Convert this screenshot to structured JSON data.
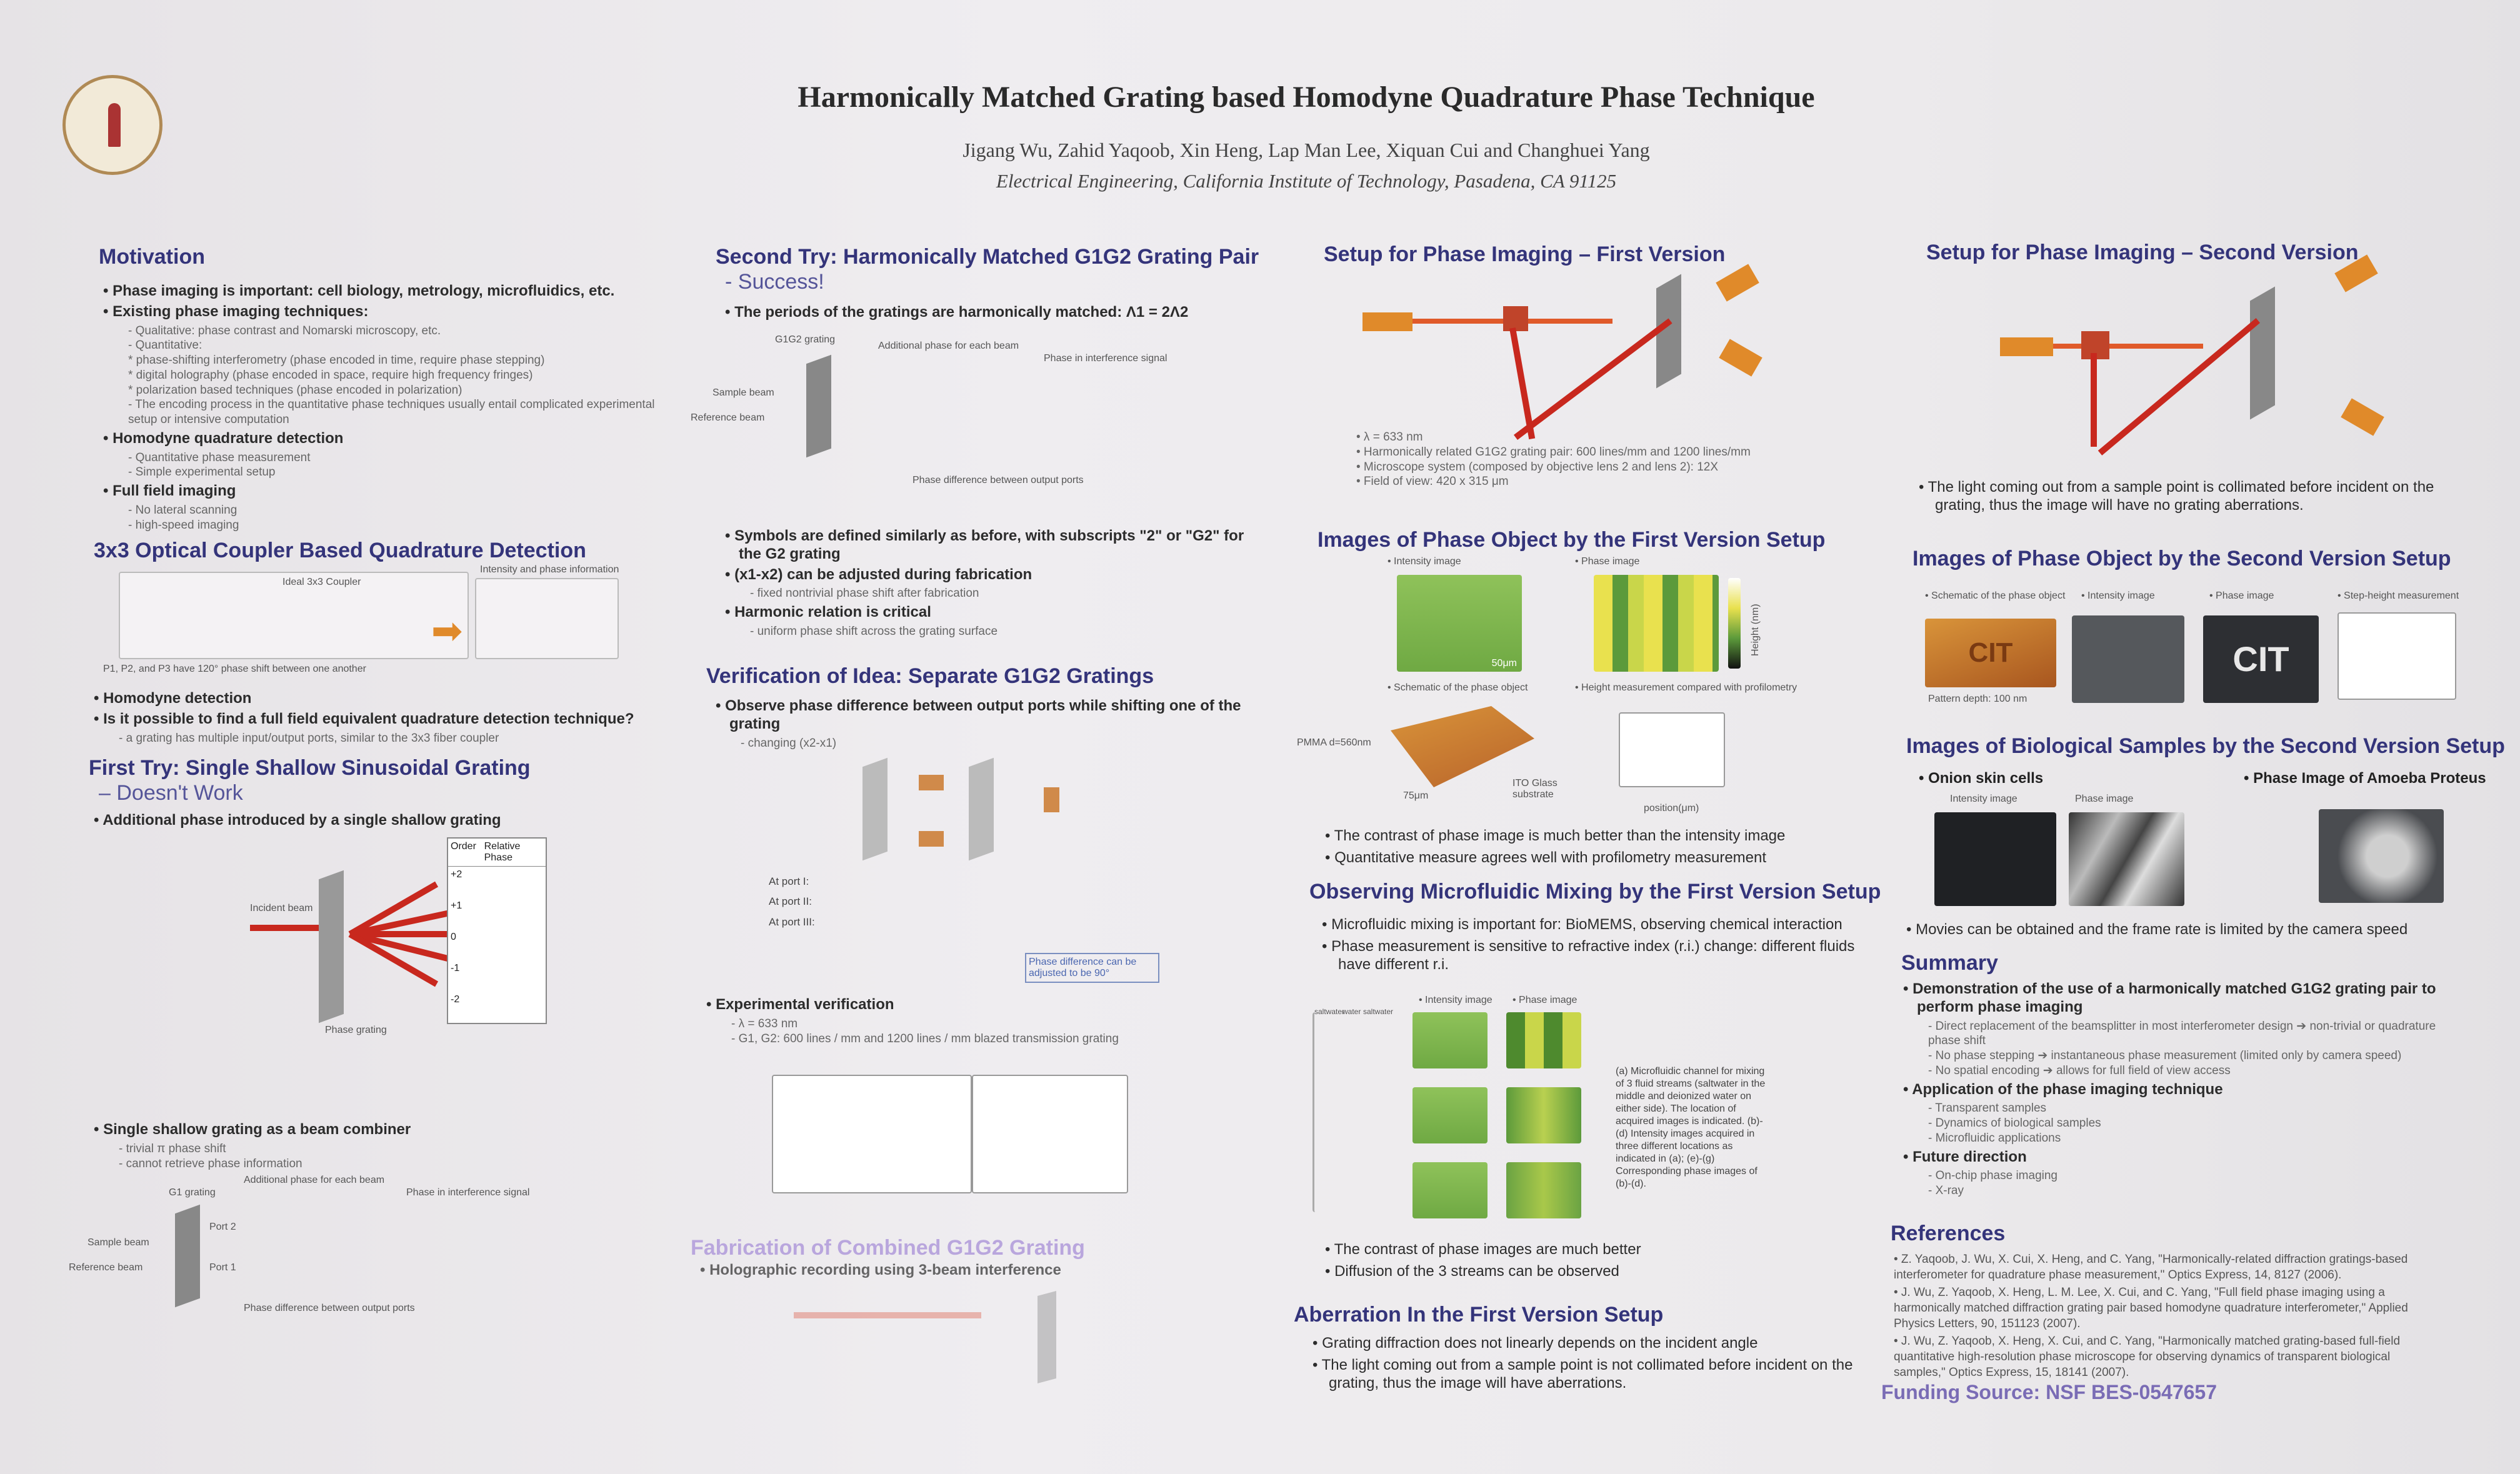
{
  "header": {
    "title": "Harmonically Matched Grating based Homodyne Quadrature Phase Technique",
    "authors": "Jigang Wu, Zahid Yaqoob, Xin Heng, Lap Man Lee, Xiquan Cui and Changhuei Yang",
    "affiliation": "Electrical Engineering, California Institute of Technology, Pasadena, CA 91125"
  },
  "motivation": {
    "heading": "Motivation",
    "items": [
      {
        "t": "b",
        "text": "Phase imaging is important: cell biology, metrology, microfluidics, etc."
      },
      {
        "t": "b",
        "text": "Existing phase imaging techniques:"
      },
      {
        "t": "s",
        "text": "- Qualitative: phase contrast and Nomarski microscopy, etc."
      },
      {
        "t": "s",
        "text": "- Quantitative:"
      },
      {
        "t": "s",
        "text": "* phase-shifting interferometry (phase encoded in time, require phase stepping)"
      },
      {
        "t": "s",
        "text": "* digital holography (phase encoded in space, require high frequency fringes)"
      },
      {
        "t": "s",
        "text": "* polarization based techniques (phase encoded in polarization)"
      },
      {
        "t": "s",
        "text": "- The encoding process in the quantitative phase techniques usually entail complicated experimental setup or intensive computation"
      },
      {
        "t": "b",
        "text": "Homodyne quadrature detection"
      },
      {
        "t": "s",
        "text": "- Quantitative phase measurement"
      },
      {
        "t": "s",
        "text": "- Simple experimental setup"
      },
      {
        "t": "b",
        "text": "Full field imaging"
      },
      {
        "t": "s",
        "text": "- No lateral scanning"
      },
      {
        "t": "s",
        "text": "- high-speed imaging"
      }
    ]
  },
  "coupler": {
    "heading": "3x3 Optical Coupler Based Quadrature Detection",
    "fig_label1": "Ideal 3x3 Coupler",
    "fig_label2": "Intensity and phase information",
    "fig_note": "P1, P2, and P3 have 120° phase shift between one another",
    "items": [
      {
        "t": "b",
        "text": "Homodyne detection"
      },
      {
        "t": "b",
        "text": "Is it possible to find a full field equivalent quadrature detection technique?"
      },
      {
        "t": "s",
        "text": "- a grating has multiple input/output ports, similar to the 3x3 fiber coupler"
      }
    ]
  },
  "first_try": {
    "heading": "First Try: Single Shallow Sinusoidal Grating",
    "subheading": "– Doesn't Work",
    "items": [
      {
        "t": "b",
        "text": "Additional phase introduced by a single shallow grating"
      }
    ],
    "fig_labels": [
      "Incident beam",
      "Phase grating",
      "Order",
      "Relative Phase"
    ],
    "orders": [
      "+2",
      "+1",
      "0",
      "-1",
      "-2"
    ],
    "items2": [
      {
        "t": "b",
        "text": "Single shallow grating as a beam combiner"
      },
      {
        "t": "s",
        "text": "- trivial π phase shift"
      },
      {
        "t": "s",
        "text": "- cannot retrieve phase information"
      }
    ],
    "fig2_labels": [
      "G1 grating",
      "Sample beam",
      "Reference beam",
      "Port 2",
      "Port 1",
      "Additional phase for each beam",
      "Phase in interference signal",
      "Phase difference between output ports"
    ]
  },
  "second_try": {
    "heading": "Second Try: Harmonically Matched G1G2 Grating Pair",
    "subheading": "- Success!",
    "items": [
      {
        "t": "b",
        "text": "The periods of the gratings are harmonically matched: Λ1 = 2Λ2"
      }
    ],
    "fig_labels": [
      "G1G2 grating",
      "Sample beam",
      "Reference beam",
      "Additional phase for each beam",
      "Phase in interference signal",
      "Phase difference between output ports"
    ],
    "items2": [
      {
        "t": "b",
        "text": "Symbols are defined similarly as before, with subscripts \"2\" or \"G2\" for the G2 grating"
      },
      {
        "t": "b",
        "text": "(x1-x2) can be adjusted during fabrication"
      },
      {
        "t": "s",
        "text": "- fixed nontrivial phase shift after fabrication"
      },
      {
        "t": "b",
        "text": "Harmonic relation is critical"
      },
      {
        "t": "s",
        "text": "- uniform phase shift across the grating surface"
      }
    ]
  },
  "verification": {
    "heading": "Verification of Idea: Separate G1G2 Gratings",
    "items": [
      {
        "t": "b",
        "text": "Observe phase difference between output ports while shifting one of the grating"
      },
      {
        "t": "s",
        "text": "- changing (x2-x1)"
      }
    ],
    "ports": [
      "At port I:",
      "At port II:",
      "At port III:"
    ],
    "note": "Phase difference can be adjusted to be 90°",
    "items2": [
      {
        "t": "b",
        "text": "Experimental verification"
      },
      {
        "t": "s",
        "text": "- λ = 633 nm"
      },
      {
        "t": "s",
        "text": "- G1, G2: 600 lines / mm and 1200 lines / mm blazed transmission grating"
      }
    ]
  },
  "fabrication": {
    "heading": "Fabrication of Combined G1G2 Grating",
    "items": [
      {
        "t": "b",
        "text": "Holographic recording using 3-beam interference"
      }
    ]
  },
  "setup1": {
    "heading": "Setup for Phase Imaging – First Version",
    "items": [
      {
        "t": "s",
        "text": "• λ = 633 nm"
      },
      {
        "t": "s",
        "text": "• Harmonically related G1G2 grating pair: 600 lines/mm and 1200 lines/mm"
      },
      {
        "t": "s",
        "text": "• Microscope system (composed by objective lens 2 and lens 2): 12X"
      },
      {
        "t": "s",
        "text": "• Field of view: 420 x 315 μm"
      }
    ]
  },
  "phase_obj1": {
    "heading": "Images of Phase Object by the First Version Setup",
    "captions": [
      "• Intensity image",
      "• Phase image",
      "• Schematic of the phase object",
      "• Height measurement compared with profilometry"
    ],
    "scale": "50μm",
    "labels": [
      "PMMA d=560nm",
      "ITO Glass substrate",
      "75μm",
      "position(μm)",
      "Height (nm)"
    ],
    "items": [
      {
        "t": "n",
        "text": "The contrast of phase image is much better than the intensity image"
      },
      {
        "t": "n",
        "text": "Quantitative measure agrees well with profilometry measurement"
      }
    ]
  },
  "microfluidic": {
    "heading": "Observing Microfluidic Mixing by the First Version Setup",
    "items": [
      {
        "t": "n",
        "text": "Microfluidic mixing is important for: BioMEMS, observing chemical interaction"
      },
      {
        "t": "n",
        "text": "Phase measurement is sensitive to refractive index (r.i.) change: different fluids have different r.i."
      }
    ],
    "captions": [
      "• Intensity image",
      "• Phase image"
    ],
    "labels": [
      "saltwater",
      "water",
      "saltwater"
    ],
    "legend": "(a) Microfluidic channel for mixing of 3 fluid streams (saltwater in the middle and deionized water on either side). The location of acquired images is indicated. (b)-(d) Intensity images acquired in three different locations as indicated in (a); (e)-(g) Corresponding phase images of (b)-(d).",
    "items2": [
      {
        "t": "n",
        "text": "The contrast of phase images are much better"
      },
      {
        "t": "n",
        "text": "Diffusion of the 3 streams can be observed"
      }
    ]
  },
  "aberration": {
    "heading": "Aberration In the First Version Setup",
    "items": [
      {
        "t": "n",
        "text": "Grating diffraction does not linearly depends on the incident angle"
      },
      {
        "t": "n",
        "text": "The light coming out from a sample point is not collimated before incident on the grating, thus the image will have aberrations."
      }
    ]
  },
  "setup2": {
    "heading": "Setup for Phase Imaging – Second Version",
    "items": [
      {
        "t": "n",
        "text": "The light coming out from a sample point is collimated before incident on the grating, thus the image will have no grating aberrations."
      }
    ]
  },
  "phase_obj2": {
    "heading": "Images of Phase Object by the Second Version Setup",
    "captions": [
      "• Schematic of the phase object",
      "• Intensity image",
      "• Phase image",
      "• Step-height measurement"
    ],
    "depth": "Pattern depth: 100 nm",
    "cit": "CIT"
  },
  "bio": {
    "heading": "Images of Biological Samples by the Second Version Setup",
    "left": "Onion skin cells",
    "right": "Phase Image of Amoeba Proteus",
    "captions": [
      "Intensity image",
      "Phase image"
    ],
    "items": [
      {
        "t": "n",
        "text": "Movies can be obtained and the frame rate is limited by the camera speed"
      }
    ]
  },
  "summary": {
    "heading": "Summary",
    "items": [
      {
        "t": "b",
        "text": "Demonstration of the use of a harmonically matched G1G2 grating pair to perform phase imaging"
      },
      {
        "t": "s",
        "text": "- Direct replacement of the beamsplitter in most interferometer design ➔ non-trivial or quadrature phase shift"
      },
      {
        "t": "s",
        "text": "- No phase stepping ➔ instantaneous phase measurement (limited only by camera speed)"
      },
      {
        "t": "s",
        "text": "- No spatial encoding ➔ allows for full field of view access"
      },
      {
        "t": "b",
        "text": "Application of the phase imaging technique"
      },
      {
        "t": "s",
        "text": "- Transparent samples"
      },
      {
        "t": "s",
        "text": "- Dynamics of biological samples"
      },
      {
        "t": "s",
        "text": "- Microfluidic applications"
      },
      {
        "t": "b",
        "text": "Future direction"
      },
      {
        "t": "s",
        "text": "- On-chip phase imaging"
      },
      {
        "t": "s",
        "text": "- X-ray"
      }
    ]
  },
  "references": {
    "heading": "References",
    "items": [
      "• Z. Yaqoob, J. Wu, X. Cui, X. Heng, and C. Yang, \"Harmonically-related diffraction gratings-based interferometer for quadrature phase measurement,\" Optics Express, 14, 8127 (2006).",
      "• J. Wu, Z. Yaqoob, X. Heng, L. M. Lee, X. Cui, and C. Yang, \"Full field phase imaging using a harmonically matched diffraction grating pair based homodyne quadrature interferometer,\" Applied Physics Letters, 90, 151123 (2007).",
      "• J. Wu, Z. Yaqoob, X. Heng, X. Cui, and C. Yang, \"Harmonically matched grating-based full-field quantitative high-resolution phase microscope for observing dynamics of transparent biological samples,\" Optics Express, 15, 18141 (2007)."
    ]
  },
  "funding": "Funding Source: NSF BES-0547657"
}
